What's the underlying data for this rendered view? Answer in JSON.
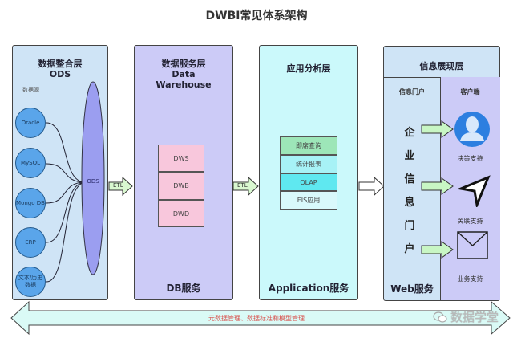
{
  "title": "DWBI常见体系架构",
  "ods_panel": {
    "title_line1": "数据整合层",
    "title_line2": "ODS",
    "sources_label": "数据源",
    "sources": [
      "Oracle",
      "MySQL",
      "Mongo DB",
      "ERP",
      "文本/历史数据"
    ],
    "ods_label": "ODS",
    "colors": {
      "panel": "#cfe4f6",
      "circle": "#5aa5ea",
      "ellipse": "#9b9ef0"
    }
  },
  "etl_labels": [
    "ETL",
    "ETL"
  ],
  "dw_panel": {
    "title_line1": "数据服务层",
    "title_line2": "Data",
    "title_line3": "Warehouse",
    "layers": [
      "DWS",
      "DWB",
      "DWD"
    ],
    "footer": "DB服务",
    "colors": {
      "panel": "#cccbf7",
      "layer": "#f8c7dc"
    }
  },
  "app_panel": {
    "title": "应用分析层",
    "items": [
      "即席查询",
      "统计报表",
      "OLAP",
      "EIS应用"
    ],
    "footer": "Application服务",
    "colors": {
      "panel": "#cbf9fb",
      "item_colors": [
        "#9de6b8",
        "#a7f2f6",
        "#5fe8f0",
        "#d9f9fb"
      ]
    }
  },
  "info_panel": {
    "title": "信息展现层",
    "portal_header": "信息门户",
    "portal_chars": [
      "企",
      "业",
      "信",
      "息",
      "门",
      "户"
    ],
    "portal_footer": "Web服务",
    "client_header": "客户端",
    "client_items": [
      {
        "icon": "user-icon",
        "label": "决策支持"
      },
      {
        "icon": "navigation-arrow-icon",
        "label": "关联支持"
      },
      {
        "icon": "envelope-icon",
        "label": "业务支持"
      }
    ],
    "colors": {
      "header": "#cfe4f6",
      "portal": "#cfe4f6",
      "client": "#cccbf7"
    }
  },
  "bottom_bar": {
    "label": "元数据管理、数据标准和模型管理",
    "label_color": "#d9534f",
    "fill": "#dafaf6"
  },
  "watermark": "数据学堂"
}
